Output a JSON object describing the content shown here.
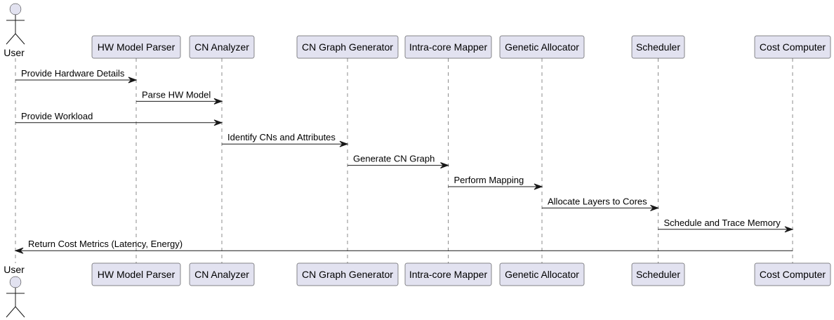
{
  "actor": {
    "name": "User"
  },
  "participants": [
    {
      "id": "hw",
      "name": "HW Model Parser"
    },
    {
      "id": "cna",
      "name": "CN Analyzer"
    },
    {
      "id": "cng",
      "name": "CN Graph Generator"
    },
    {
      "id": "icm",
      "name": "Intra-core Mapper"
    },
    {
      "id": "ga",
      "name": "Genetic Allocator"
    },
    {
      "id": "sch",
      "name": "Scheduler"
    },
    {
      "id": "cc",
      "name": "Cost Computer"
    }
  ],
  "messages": [
    {
      "from": "user",
      "to": "hw",
      "label": "Provide Hardware Details"
    },
    {
      "from": "hw",
      "to": "cna",
      "label": "Parse HW Model"
    },
    {
      "from": "user",
      "to": "cna",
      "label": "Provide Workload"
    },
    {
      "from": "cna",
      "to": "cng",
      "label": "Identify CNs and Attributes"
    },
    {
      "from": "cng",
      "to": "icm",
      "label": "Generate CN Graph"
    },
    {
      "from": "icm",
      "to": "ga",
      "label": "Perform Mapping"
    },
    {
      "from": "ga",
      "to": "sch",
      "label": "Allocate Layers to Cores"
    },
    {
      "from": "sch",
      "to": "cc",
      "label": "Schedule and Trace Memory"
    },
    {
      "from": "cc",
      "to": "user",
      "label": "Return Cost Metrics (Latency, Energy)"
    }
  ],
  "colors": {
    "box_fill": "#E2E2F0",
    "stroke": "#181818"
  }
}
